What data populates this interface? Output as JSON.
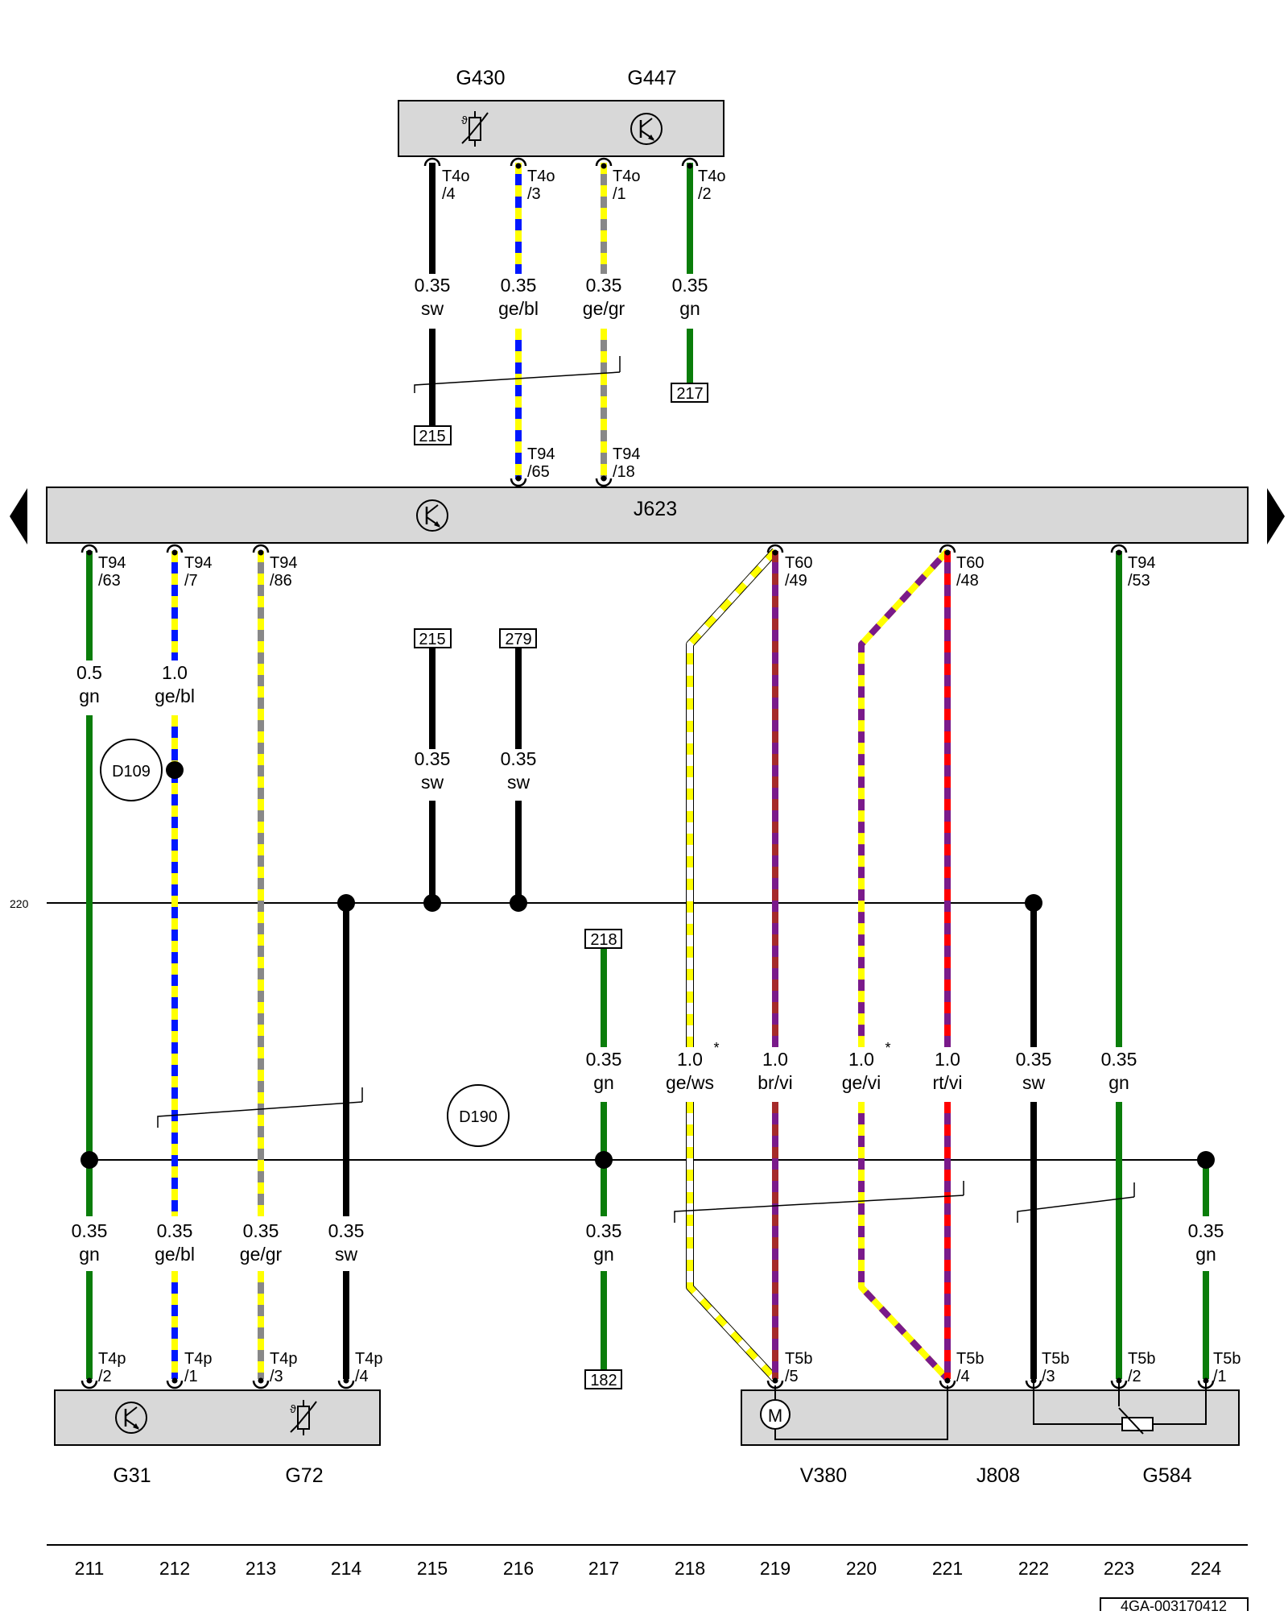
{
  "diagram": {
    "components": {
      "g430": "G430",
      "g447": "G447",
      "j623": "J623",
      "g31": "G31",
      "g72": "G72",
      "v380": "V380",
      "j808": "J808",
      "g584": "G584"
    },
    "connectors": {
      "t4o_4": [
        "T4o",
        "/4"
      ],
      "t4o_3": [
        "T4o",
        "/3"
      ],
      "t4o_1": [
        "T4o",
        "/1"
      ],
      "t4o_2": [
        "T4o",
        "/2"
      ],
      "t94_65": [
        "T94",
        "/65"
      ],
      "t94_18": [
        "T94",
        "/18"
      ],
      "t94_63": [
        "T94",
        "/63"
      ],
      "t94_7": [
        "T94",
        "/7"
      ],
      "t94_86": [
        "T94",
        "/86"
      ],
      "t60_49": [
        "T60",
        "/49"
      ],
      "t60_48": [
        "T60",
        "/48"
      ],
      "t94_53": [
        "T94",
        "/53"
      ],
      "t4p_2": [
        "T4p",
        "/2"
      ],
      "t4p_1": [
        "T4p",
        "/1"
      ],
      "t4p_3": [
        "T4p",
        "/3"
      ],
      "t4p_4": [
        "T4p",
        "/4"
      ],
      "t5b_5": [
        "T5b",
        "/5"
      ],
      "t5b_4": [
        "T5b",
        "/4"
      ],
      "t5b_3": [
        "T5b",
        "/3"
      ],
      "t5b_2": [
        "T5b",
        "/2"
      ],
      "t5b_1": [
        "T5b",
        "/1"
      ]
    },
    "wire_labels": {
      "w1": [
        "0.35",
        "sw"
      ],
      "w2": [
        "0.35",
        "ge/bl"
      ],
      "w3": [
        "0.35",
        "ge/gr"
      ],
      "w4": [
        "0.35",
        "gn"
      ],
      "w5": [
        "0.5",
        "gn"
      ],
      "w6": [
        "1.0",
        "ge/bl"
      ],
      "w7": [
        "0.35",
        "sw"
      ],
      "w8": [
        "0.35",
        "sw"
      ],
      "w9": [
        "0.35",
        "gn"
      ],
      "w10": [
        "1.0",
        "ge/ws"
      ],
      "w11": [
        "1.0",
        "br/vi"
      ],
      "w12": [
        "1.0",
        "ge/vi"
      ],
      "w13": [
        "1.0",
        "rt/vi"
      ],
      "w14": [
        "0.35",
        "sw"
      ],
      "w15": [
        "0.35",
        "gn"
      ],
      "w16": [
        "0.35",
        "gn"
      ],
      "w17": [
        "0.35",
        "ge/bl"
      ],
      "w18": [
        "0.35",
        "ge/gr"
      ],
      "w19": [
        "0.35",
        "sw"
      ],
      "w20": [
        "0.35",
        "gn"
      ],
      "w21": [
        "0.35",
        "gn"
      ]
    },
    "references": {
      "r215a": "215",
      "r217": "217",
      "r215b": "215",
      "r279": "279",
      "r218": "218",
      "r182": "182"
    },
    "ground_points": {
      "d109": "D109",
      "d190": "D190"
    },
    "motor_symbol": "M",
    "asterisks": [
      "*",
      "*"
    ],
    "side_reference": "220",
    "column_numbers": [
      "211",
      "212",
      "213",
      "214",
      "215",
      "216",
      "217",
      "218",
      "219",
      "220",
      "221",
      "222",
      "223",
      "224"
    ],
    "footer_code": "4GA-003170412"
  }
}
